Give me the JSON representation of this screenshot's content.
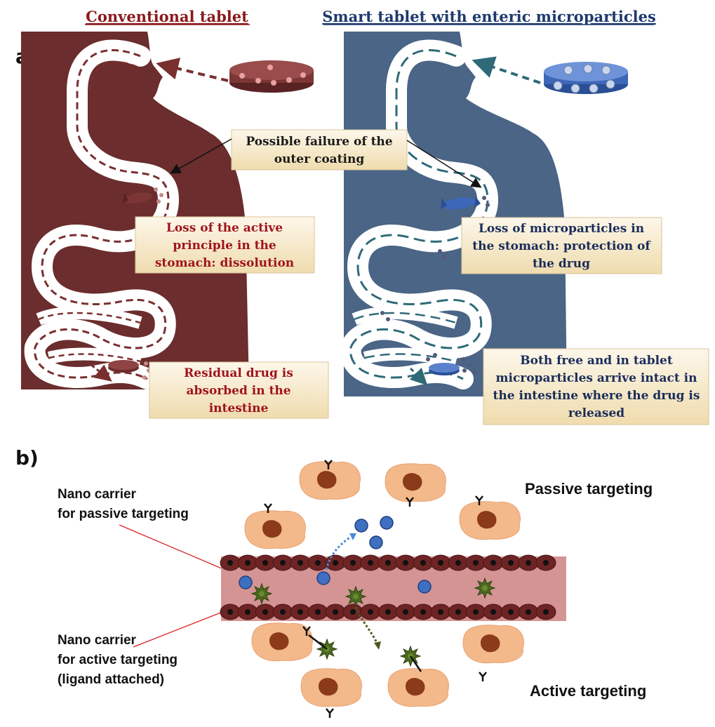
{
  "panel_a": {
    "letter": "a)",
    "left_header": "Conventional tablet",
    "right_header": "Smart tablet with enteric microparticles",
    "shared_note": [
      "Possible failure of the",
      "outer coating"
    ],
    "left_note_stomach": [
      "Loss of the active",
      "principle in the",
      "stomach: dissolution"
    ],
    "left_note_intestine": [
      "Residual drug is",
      "absorbed in the",
      "intestine"
    ],
    "right_note_stomach": [
      "Loss of microparticles in",
      "the stomach: protection of",
      "the drug"
    ],
    "right_note_intestine": [
      "Both free and in tablet",
      "microparticles arrive intact in",
      "the intestine where the drug is",
      "released"
    ]
  },
  "panel_b": {
    "letter": "b)",
    "passive_label": [
      "Nano carrier",
      "for passive targeting"
    ],
    "active_label": [
      "Nano carrier",
      "for active targeting",
      "(ligand attached)"
    ],
    "passive_title": "Passive targeting",
    "active_title": "Active targeting"
  },
  "colors": {
    "left_body": "#6b2d2d",
    "right_body": "#4a6585",
    "note_bg": "#f6e8c8",
    "vessel": "#d49494",
    "cell": "#f4b98a",
    "nucleus": "#8b3a1a",
    "passive_carrier": "#3f6fc0",
    "active_carrier": "#4a6a1e"
  }
}
